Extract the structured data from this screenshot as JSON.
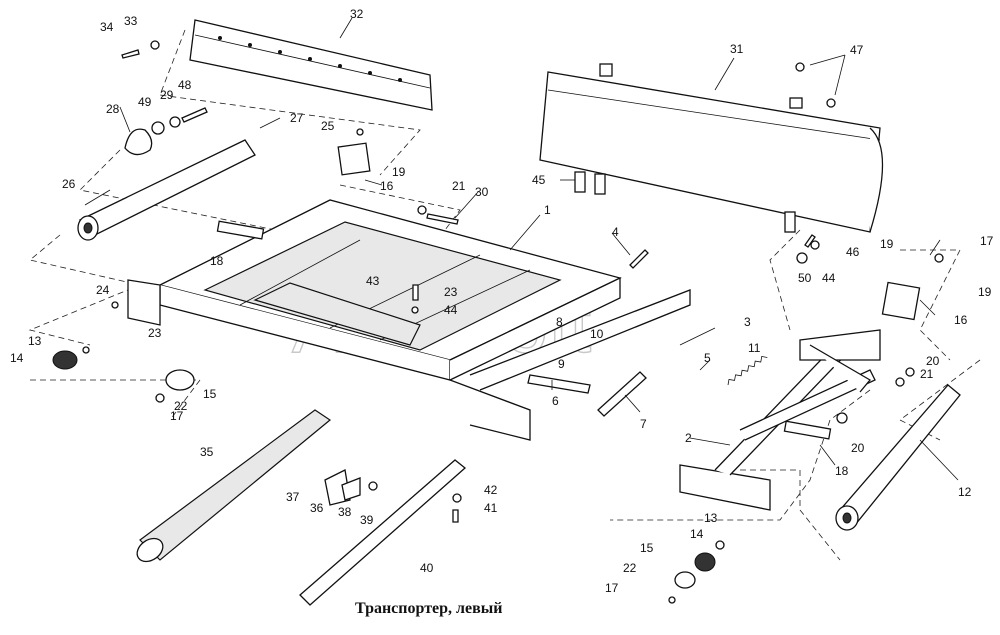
{
  "caption": "Транспортер, левый",
  "watermark": "AutoSoft",
  "callouts": {
    "c1": "1",
    "c2": "2",
    "c3": "3",
    "c4": "4",
    "c5": "5",
    "c6": "6",
    "c7": "7",
    "c8": "8",
    "c9": "9",
    "c10": "10",
    "c11": "11",
    "c12": "12",
    "c13a": "13",
    "c13b": "13",
    "c14a": "14",
    "c14b": "14",
    "c15a": "15",
    "c15b": "15",
    "c16a": "16",
    "c16b": "16",
    "c17a": "17",
    "c17b": "17",
    "c17c": "17",
    "c18a": "18",
    "c18b": "18",
    "c19a": "19",
    "c19b": "19",
    "c19c": "19",
    "c20a": "20",
    "c20b": "20",
    "c21a": "21",
    "c21b": "21",
    "c22a": "22",
    "c22b": "22",
    "c23a": "23",
    "c23b": "23",
    "c24": "24",
    "c25": "25",
    "c26": "26",
    "c27": "27",
    "c28": "28",
    "c29": "29",
    "c30": "30",
    "c31": "31",
    "c32": "32",
    "c33": "33",
    "c34": "34",
    "c35": "35",
    "c36": "36",
    "c37": "37",
    "c38": "38",
    "c39": "39",
    "c40": "40",
    "c41": "41",
    "c42": "42",
    "c43": "43",
    "c44a": "44",
    "c44b": "44",
    "c45": "45",
    "c46": "46",
    "c47": "47",
    "c48": "48",
    "c49": "49",
    "c50": "50"
  }
}
